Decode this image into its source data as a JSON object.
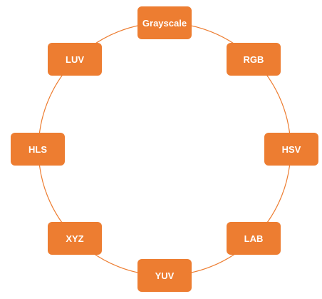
{
  "colors": {
    "node_fill": "#ed7d31",
    "node_text": "#ffffff",
    "ring_stroke": "#ed7d31"
  },
  "nodes": {
    "grayscale": "Grayscale",
    "rgb": "RGB",
    "hsv": "HSV",
    "lab": "LAB",
    "yuv": "YUV",
    "xyz": "XYZ",
    "hls": "HLS",
    "luv": "LUV"
  }
}
